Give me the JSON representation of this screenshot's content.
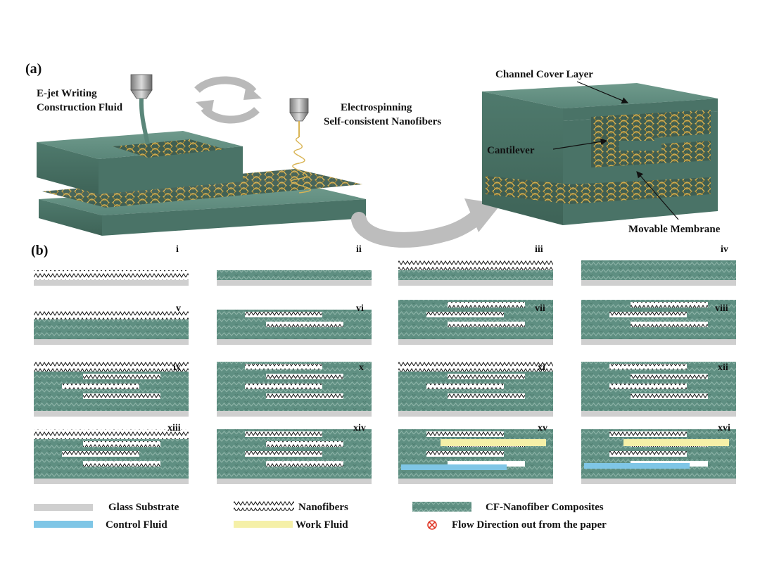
{
  "panel_a": {
    "label": "(a)",
    "ejet_line1": "E-jet Writing",
    "ejet_line2": "Construction Fluid",
    "espin_line1": "Electrospinning",
    "espin_line2": "Self-consistent Nanofibers",
    "channel_cover": "Channel Cover Layer",
    "cantilever": "Cantilever",
    "movable_membrane": "Movable Membrane"
  },
  "panel_b": {
    "label": "(b)",
    "steps": [
      "i",
      "ii",
      "iii",
      "iv",
      "v",
      "vi",
      "vii",
      "viii",
      "ix",
      "x",
      "xi",
      "xii",
      "xiii",
      "xiv",
      "xv",
      "xvi"
    ]
  },
  "legend": {
    "glass": "Glass Substrate",
    "nanofibers": "Nanofibers",
    "composite": "CF-Nanofiber Composites",
    "control": "Control Fluid",
    "work": "Work Fluid",
    "flow": "Flow Direction out from the paper"
  },
  "colors": {
    "composite": "#5f8f82",
    "glass": "#cfcfcf",
    "control_fluid": "#7fc6e6",
    "work_fluid": "#f5f0a8",
    "flow_marker": "#e03a2a",
    "fiber": "#c9a043"
  }
}
